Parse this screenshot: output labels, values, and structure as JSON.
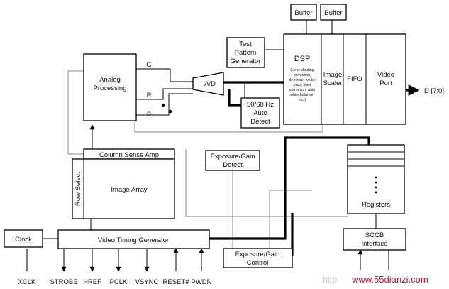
{
  "blocks": {
    "buffer_1": "Buffer",
    "buffer_2": "Buffer",
    "test_pattern": [
      "Test",
      "Pattern",
      "Generator"
    ],
    "dsp_title": "DSP",
    "dsp_detail": [
      "(Lens shading",
      "correction,",
      "de-noise, white/",
      "black pixel",
      "correction, auto",
      "white balance,",
      "etc.)"
    ],
    "image_scaler": [
      "Image",
      "Scaler"
    ],
    "fifo": "FIFO",
    "video_port": [
      "Video",
      "Port"
    ],
    "analog_processing": [
      "Analog",
      "Processing"
    ],
    "g_label": "G",
    "r_label": "R",
    "b_label": "B",
    "ad": "A/D",
    "auto_detect": [
      "50/60 Hz",
      "Auto",
      "Detect"
    ],
    "column_sense_amp": "Column Sense Amp",
    "row_select": "Row Select",
    "image_array": "Image Array",
    "exposure_detect": [
      "Exposure/Gain",
      "Detect"
    ],
    "registers": "Registers",
    "clock": "Clock",
    "video_timing_generator": "Video Timing Generator",
    "sccb_interface": [
      "SCCB",
      "Interface"
    ],
    "exposure_control": [
      "Exposure/Gain",
      "Control"
    ],
    "data_output": "D [7:0]"
  },
  "pins": [
    "XCLK",
    "STROBE",
    "HREF",
    "PCLK",
    "VSYNC",
    "RESET#",
    "PWDN"
  ],
  "watermark": {
    "left": "http",
    "right": "www.55dianzi.com"
  }
}
